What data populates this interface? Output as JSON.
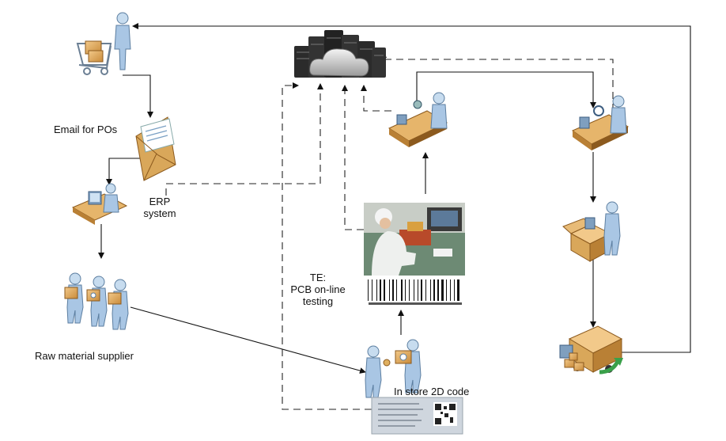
{
  "labels": {
    "email": "Email for POs",
    "erp_line1": "ERP",
    "erp_line2": "system",
    "supplier": "Raw material supplier",
    "te_line1": "TE:",
    "te_line2": "PCB on-line",
    "te_line3": "testing",
    "in_store": "In store 2D code"
  },
  "icons": {
    "cloud": "cloud-server-icon",
    "buyer": "shopping-cart-person-icon",
    "email": "envelope-icon",
    "erp": "desk-computer-person-icon",
    "supplier": "supplier-people-icon",
    "receiving": "receiving-people-icon",
    "te_photo": "pcb-testing-photo",
    "barcode": "barcode-icon",
    "label_photo": "2d-code-label-photo",
    "assembly": "assembly-line-person-icon",
    "inspection": "inspection-line-person-icon",
    "packing": "packing-person-icon",
    "truck": "delivery-truck-icon"
  }
}
